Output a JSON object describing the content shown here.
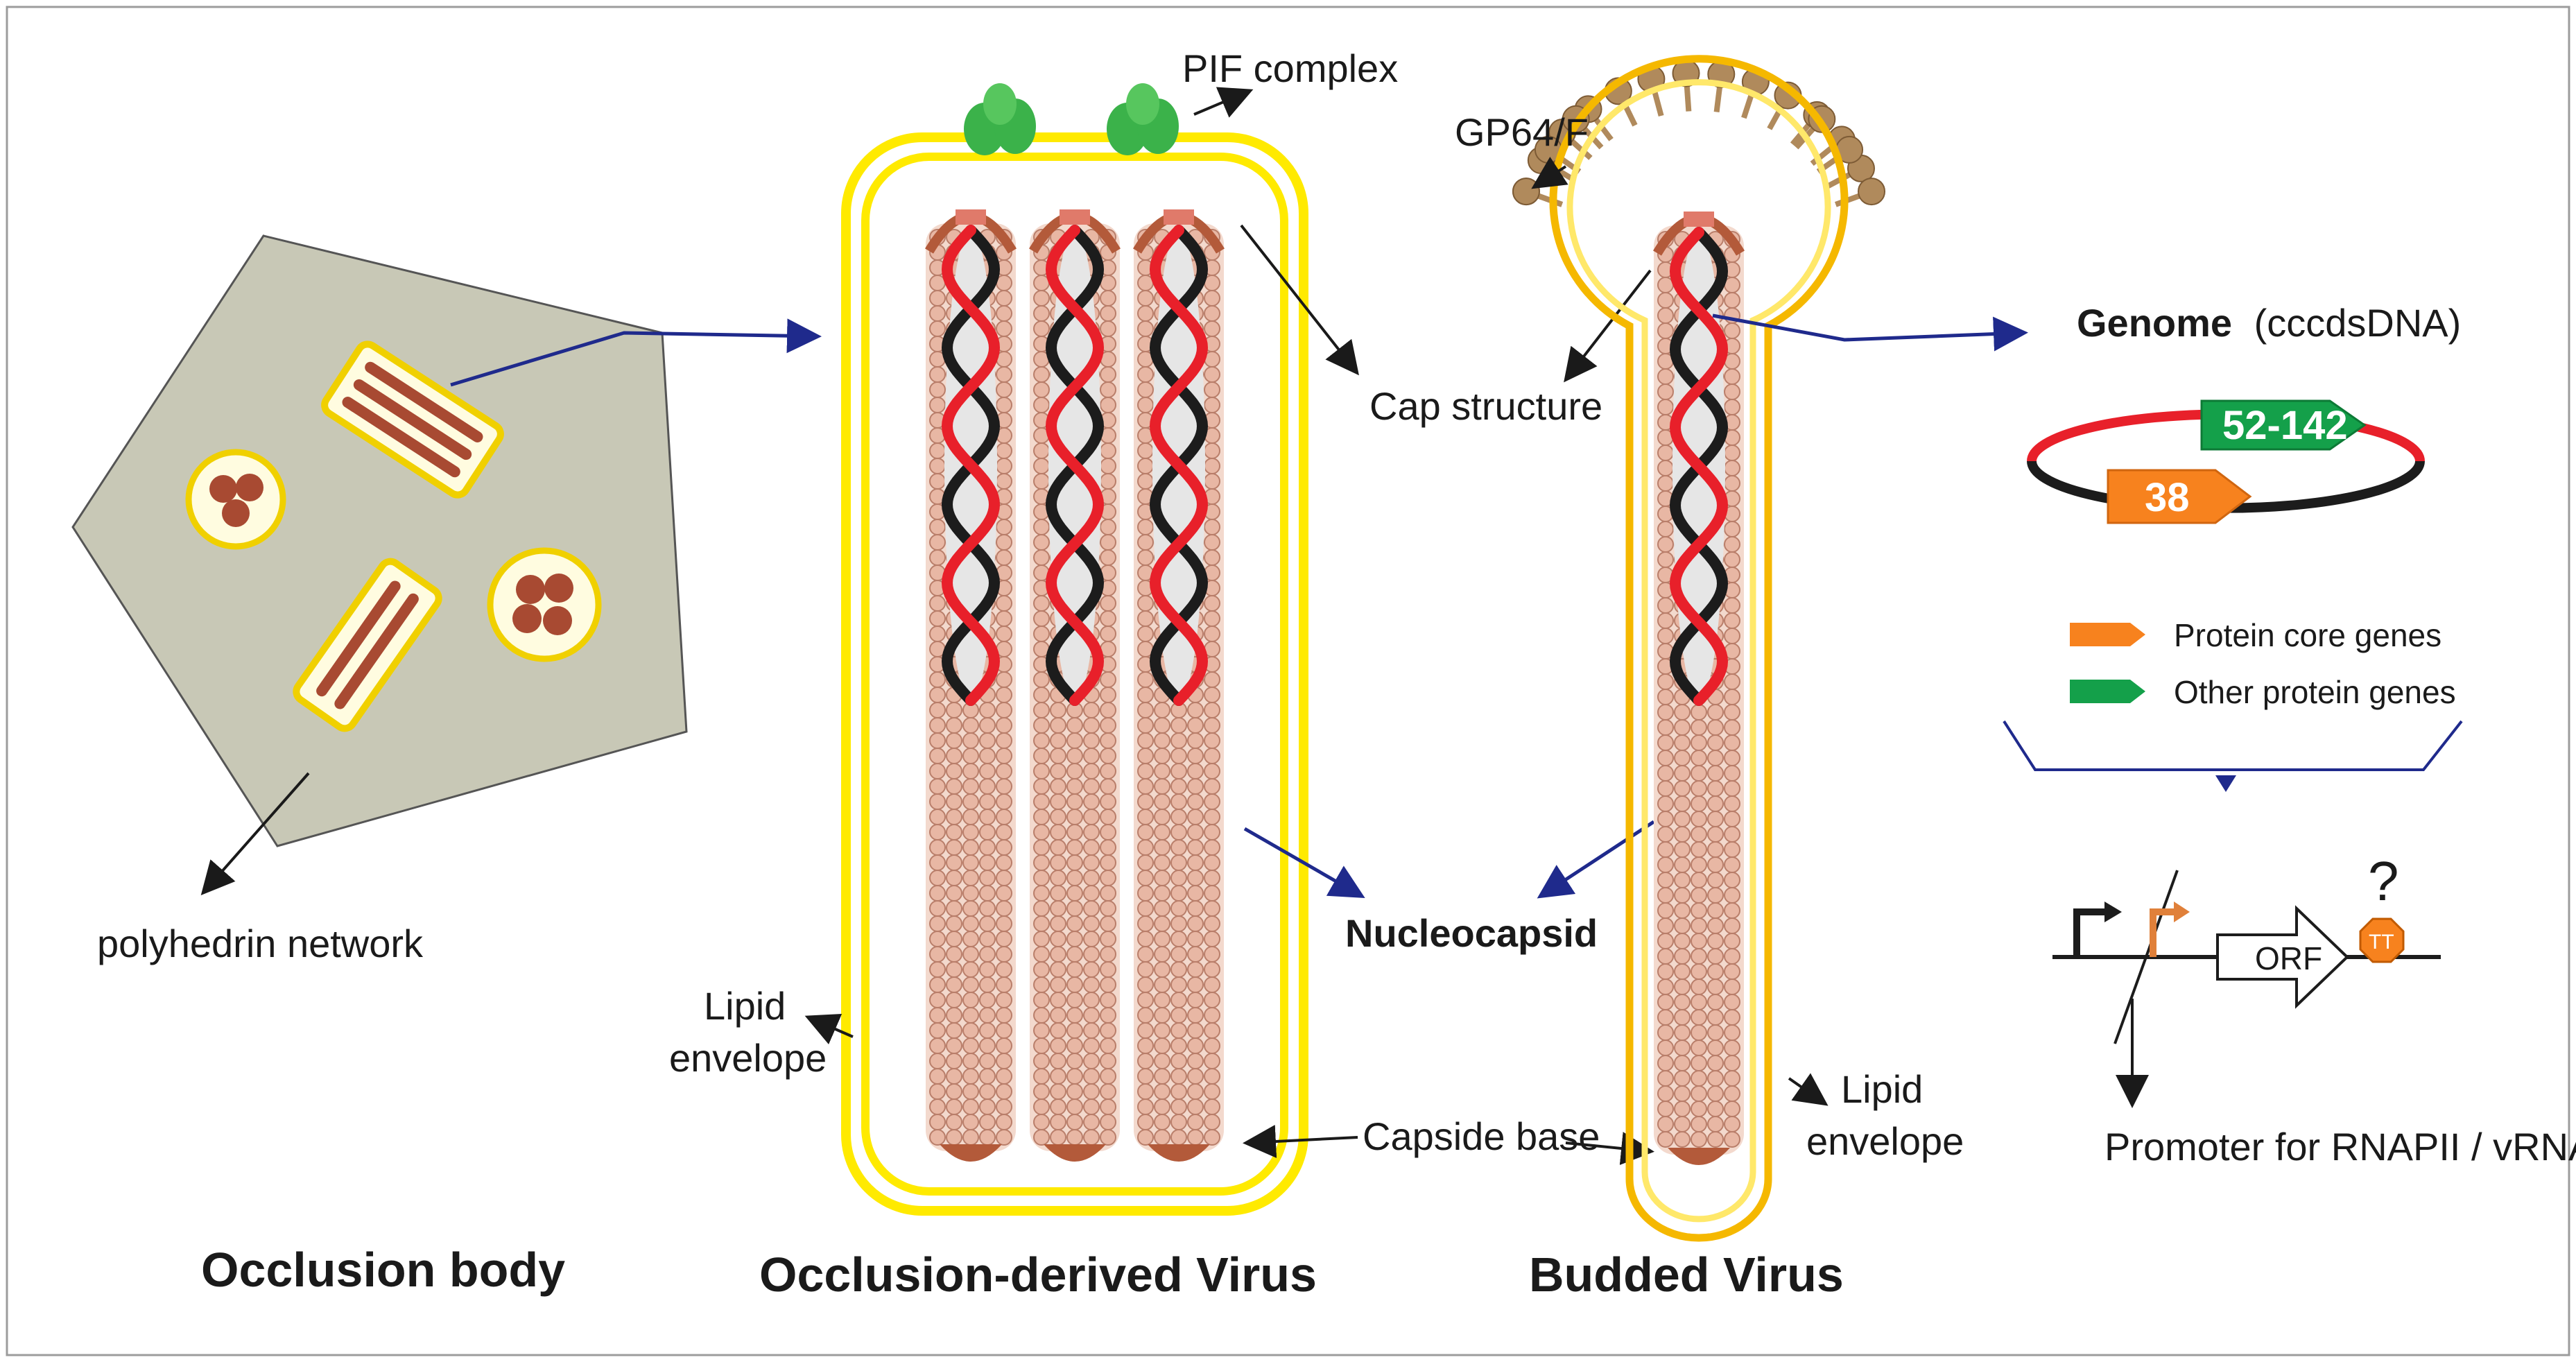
{
  "panels": {
    "occlusion_body": {
      "title": "Occlusion body",
      "polyhedrin_label": "polyhedrin network"
    },
    "odv": {
      "title": "Occlusion-derived Virus",
      "pif_label": "PIF complex",
      "cap_label": "Cap structure",
      "lipid_label_line1": "Lipid",
      "lipid_label_line2": "envelope",
      "capside_base_label": "Capside base",
      "nucleocapsid_label": "Nucleocapsid"
    },
    "bv": {
      "title": "Budded Virus",
      "gp64_label": "GP64/F",
      "lipid_label_line1": "Lipid",
      "lipid_label_line2": "envelope"
    },
    "genome": {
      "title_bold": "Genome",
      "title_rest": "(cccdsDNA)",
      "gene_green": "52-142",
      "gene_orange": "38",
      "legend_orange": "Protein core genes",
      "legend_green": "Other protein genes",
      "orf_label": "ORF",
      "terminator_label": "TT",
      "question_mark": "?",
      "promoter_label": "Promoter for RNAPII / vRNAP"
    }
  },
  "colors": {
    "pentagon": "#c8c8b6",
    "envelope": "#ffea00",
    "envelope_stroke": "#e3c400",
    "dna_red": "#e8202a",
    "dna_black": "#1c1c1c",
    "capsid_bead": "#e8b7a4",
    "capsid_bead_stroke": "#b97e6a",
    "cap_brown": "#b35a3a",
    "rod_brown": "#a84a32",
    "pif_green": "#3bb24a",
    "gp64_tan": "#b08a5c",
    "arrow_blue": "#1f2a8c",
    "gene_green": "#14a04a",
    "gene_orange": "#f7821e",
    "border": "#9c9c9c"
  }
}
